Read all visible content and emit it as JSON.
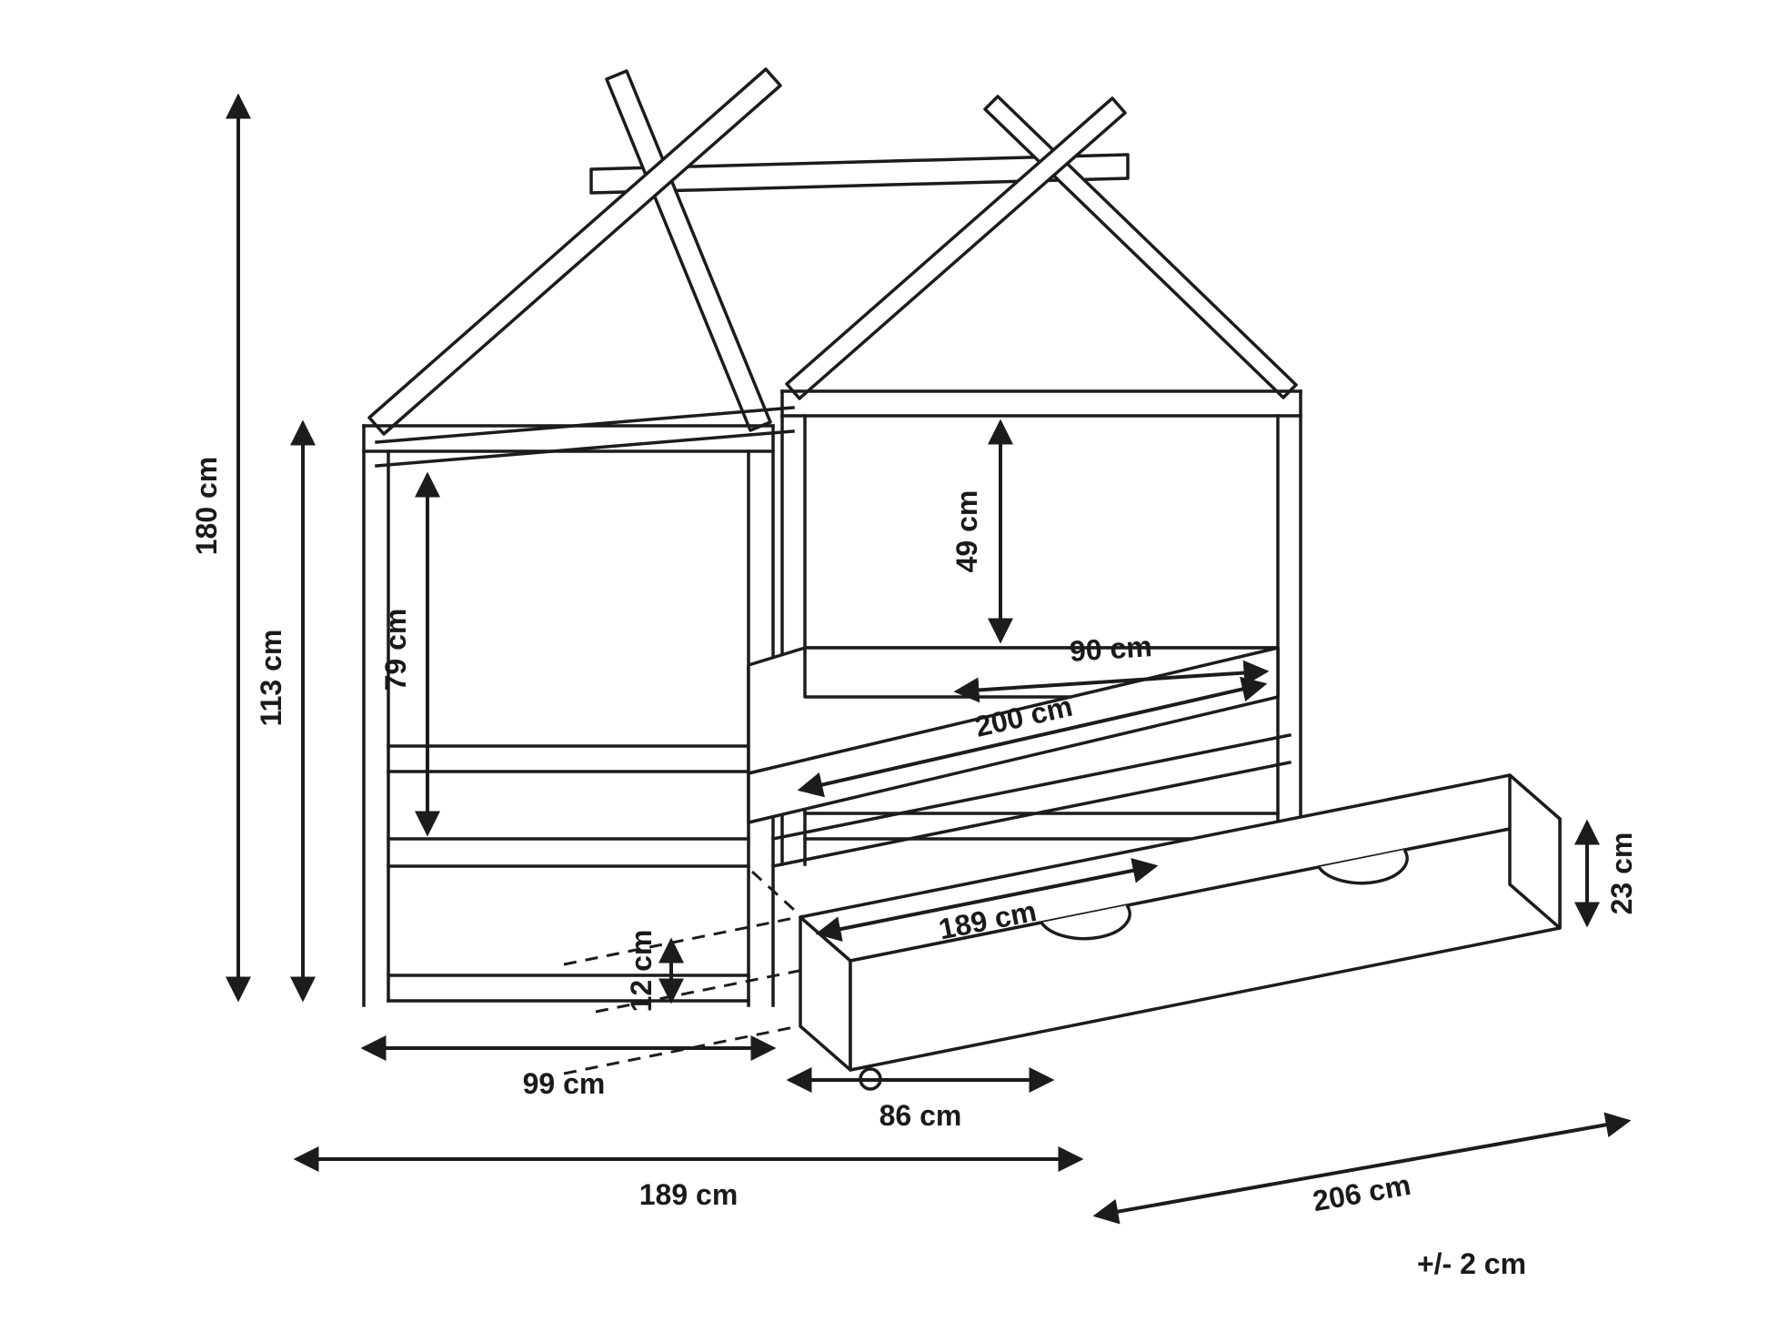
{
  "diagram": {
    "type": "furniture-dimension-drawing",
    "subject": "house-frame bed with pull-out trundle drawer",
    "unit": "cm",
    "background": "#ffffff",
    "line_color": "#1c1c1c",
    "labels": {
      "total_height": "180 cm",
      "frame_height": "113 cm",
      "interior_height": "79 cm",
      "headboard_clearance": "49 cm",
      "mattress_width": "90 cm",
      "mattress_length": "200 cm",
      "trundle_inner_length": "189 cm",
      "trundle_height": "23 cm",
      "floor_clearance": "12 cm",
      "outer_width": "99 cm",
      "trundle_pullout_width": "86 cm",
      "outer_length": "189 cm",
      "trundle_outer_length": "206 cm",
      "tolerance": "+/- 2 cm"
    }
  }
}
